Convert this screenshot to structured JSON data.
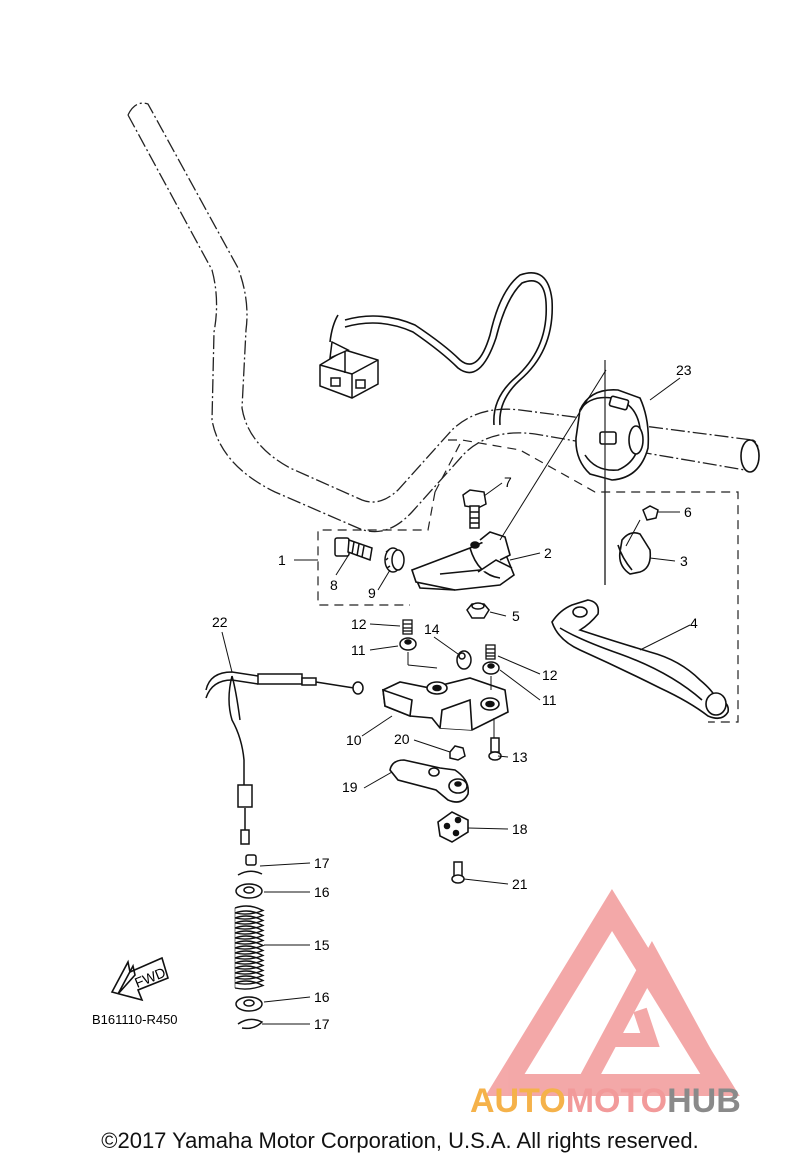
{
  "callouts": {
    "c1": "1",
    "c2": "2",
    "c3": "3",
    "c4": "4",
    "c5": "5",
    "c6": "6",
    "c7": "7",
    "c8": "8",
    "c9": "9",
    "c10": "10",
    "c11a": "11",
    "c11b": "11",
    "c12a": "12",
    "c12b": "12",
    "c13": "13",
    "c14": "14",
    "c15": "15",
    "c16a": "16",
    "c16b": "16",
    "c17a": "17",
    "c17b": "17",
    "c18": "18",
    "c19": "19",
    "c20": "20",
    "c21": "21",
    "c22": "22",
    "c23": "23"
  },
  "fwd_label": "FWD",
  "diagram_ref": "B161110-R450",
  "watermark": {
    "part1": "AUTO",
    "part2": "MOTO",
    "part3": "HUB",
    "color_orange": "#f5b24a",
    "color_pink": "#f08a8a",
    "color_gray": "#8a8a8a"
  },
  "copyright": "©2017 Yamaha Motor Corporation, U.S.A. All rights reserved."
}
